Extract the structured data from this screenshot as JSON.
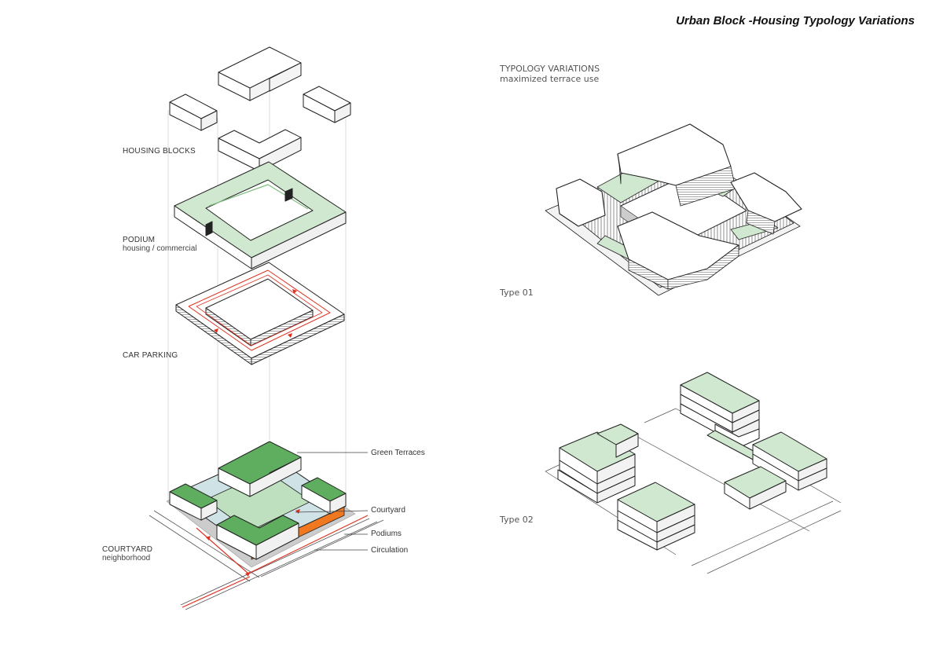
{
  "title": "Urban Block -Housing Typology Variations",
  "exploded_axonometric": {
    "housing_blocks": "HOUSING BLOCKS",
    "podium": "PODIUM",
    "podium_sub": "housing / commercial",
    "car_parking": "CAR PARKING",
    "courtyard": "COURTYARD",
    "courtyard_sub": "neighborhood",
    "legend": {
      "green_terraces": "Green Terraces",
      "courtyard": "Courtyard",
      "podiums": "Podiums",
      "circulation": "Circulation"
    }
  },
  "typology": {
    "heading": "TYPOLOGY VARIATIONS",
    "subheading": "maximized terrace use",
    "type01": "Type 01",
    "type02": "Type 02"
  },
  "colors": {
    "green": "#cfe8cf",
    "green_dark": "#5fae5f",
    "circulation_red": "#e03020",
    "podium_orange": "#f07820",
    "courtyard_green": "#bfe0bf",
    "glass_blue": "#cfe3e6",
    "line": "#222222",
    "grey": "#bdbdbd"
  }
}
